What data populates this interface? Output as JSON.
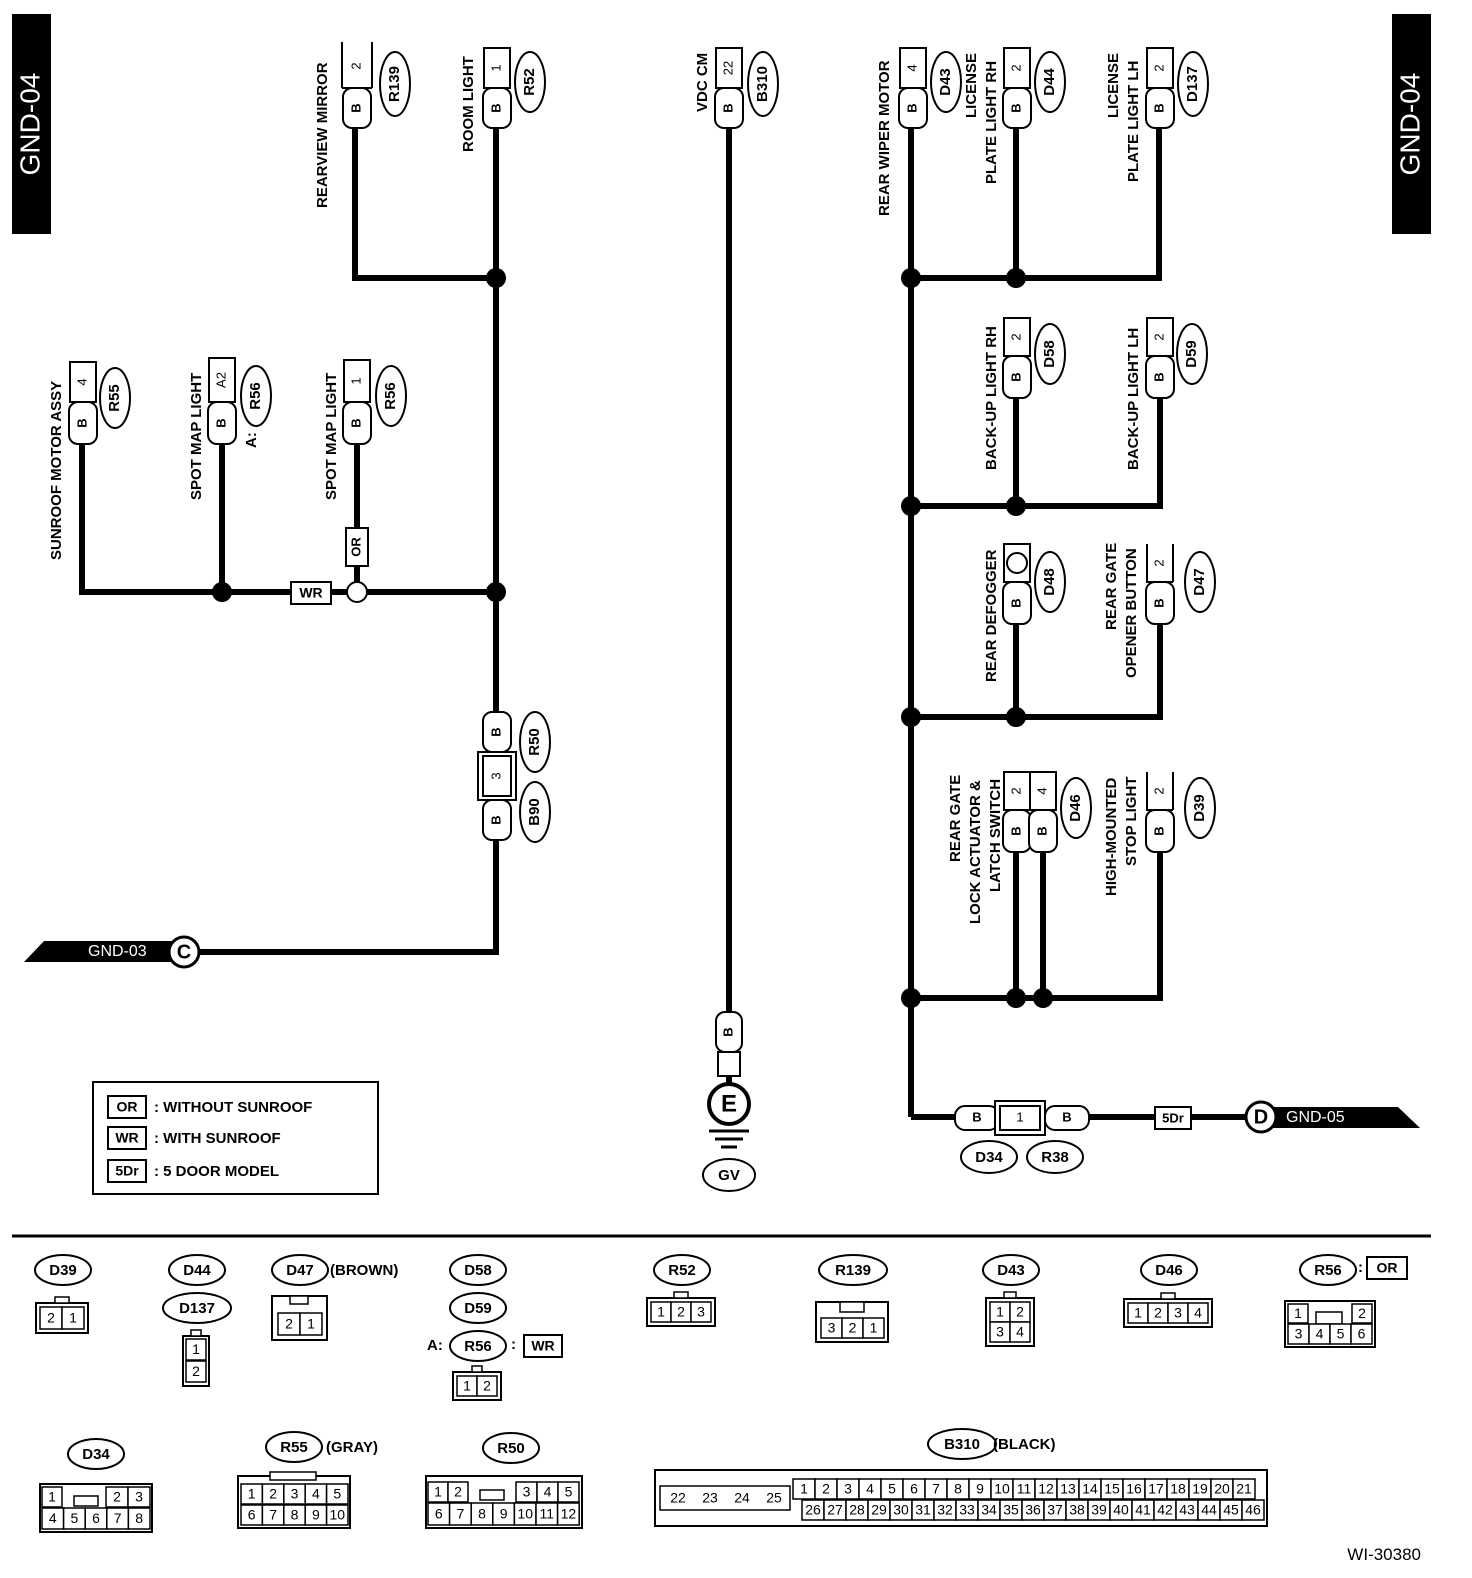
{
  "tabs": {
    "left": "GND-04",
    "right": "GND-04"
  },
  "components": {
    "rearview_mirror": "REARVIEW MIRROR",
    "room_light": "ROOM LIGHT",
    "vdc_cm": "VDC CM",
    "rear_wiper_motor": "REAR WIPER MOTOR",
    "license_rh_1": "LICENSE",
    "license_rh_2": "PLATE LIGHT RH",
    "license_lh_1": "LICENSE",
    "license_lh_2": "PLATE LIGHT LH",
    "sunroof_motor": "SUNROOF MOTOR ASSY",
    "spot_map_light_a": "SPOT MAP LIGHT",
    "spot_map_light": "SPOT MAP LIGHT",
    "backup_rh": "BACK-UP LIGHT RH",
    "backup_lh": "BACK-UP LIGHT LH",
    "rear_defogger": "REAR DEFOGGER",
    "rear_gate_opener_1": "REAR GATE",
    "rear_gate_opener_2": "OPENER BUTTON",
    "rear_gate_lock_1": "REAR GATE",
    "rear_gate_lock_2": "LOCK ACTUATOR &",
    "rear_gate_lock_3": "LATCH SWITCH",
    "hm_stop_1": "HIGH-MOUNTED",
    "hm_stop_2": "STOP LIGHT"
  },
  "connectors": {
    "R139": "R139",
    "R52": "R52",
    "B310": "B310",
    "D43": "D43",
    "D44": "D44",
    "D137": "D137",
    "R55": "R55",
    "R56": "R56",
    "D58": "D58",
    "D59": "D59",
    "D48": "D48",
    "D47": "D47",
    "D46": "D46",
    "D39": "D39",
    "R50": "R50",
    "B90": "B90",
    "D34": "D34",
    "R38": "R38",
    "GV": "GV"
  },
  "pins": {
    "r139": "2",
    "r52": "1",
    "b310": "22",
    "d43": "4",
    "d44": "2",
    "d137": "2",
    "r55": "4",
    "r56a": "A2",
    "r56": "1",
    "d58": "2",
    "d59": "2",
    "d47": "2",
    "d46a": "2",
    "d46b": "4",
    "d39": "2",
    "b90": "3",
    "d34": "1"
  },
  "wire_color": "B",
  "wire_or": "OR",
  "wire_wr": "WR",
  "wire_5dr": "5Dr",
  "prefix_a": "A:",
  "refs": {
    "gnd03": "GND-03",
    "c": "C",
    "gnd05": "GND-05",
    "d": "D",
    "e": "E"
  },
  "legend": [
    {
      "code": "OR",
      "text": ": WITHOUT SUNROOF"
    },
    {
      "code": "WR",
      "text": ": WITH SUNROOF"
    },
    {
      "code": "5Dr",
      "text": ": 5 DOOR MODEL"
    }
  ],
  "connector_views": {
    "d39": {
      "id": "D39",
      "pins": [
        "2",
        "1"
      ]
    },
    "d44": {
      "id": "D44"
    },
    "d137": {
      "id": "D137",
      "pins": [
        "1",
        "2"
      ]
    },
    "d47": {
      "id": "D47",
      "note": "(BROWN)",
      "pins": [
        "2",
        "1"
      ]
    },
    "d58": {
      "id": "D58"
    },
    "d59": {
      "id": "D59"
    },
    "r56a": {
      "prefix": "A:",
      "id": "R56",
      "sep": ":",
      "tag": "WR",
      "pins": [
        "1",
        "2"
      ]
    },
    "r52": {
      "id": "R52",
      "pins": [
        "1",
        "2",
        "3"
      ]
    },
    "r139": {
      "id": "R139",
      "pins": [
        "3",
        "2",
        "1"
      ]
    },
    "d43": {
      "id": "D43",
      "pins": [
        "1",
        "2",
        "3",
        "4"
      ]
    },
    "d46": {
      "id": "D46",
      "pins": [
        "1",
        "2",
        "3",
        "4"
      ]
    },
    "r56": {
      "id": "R56",
      "sep": ":",
      "tag": "OR",
      "pins": [
        "1",
        "2",
        "3",
        "4",
        "5",
        "6"
      ]
    },
    "d34": {
      "id": "D34",
      "pins": [
        "1",
        "2",
        "3",
        "4",
        "5",
        "6",
        "7",
        "8"
      ]
    },
    "r55": {
      "id": "R55",
      "note": "(GRAY)",
      "pins": [
        "1",
        "2",
        "3",
        "4",
        "5",
        "6",
        "7",
        "8",
        "9",
        "10"
      ]
    },
    "r50": {
      "id": "R50",
      "pins": [
        "1",
        "2",
        "3",
        "4",
        "5",
        "6",
        "7",
        "8",
        "9",
        "10",
        "11",
        "12"
      ]
    },
    "b310": {
      "id": "B310",
      "note": "(BLACK)",
      "left": [
        "22",
        "23",
        "24",
        "25"
      ],
      "top": [
        "1",
        "2",
        "3",
        "4",
        "5",
        "6",
        "7",
        "8",
        "9",
        "10",
        "11",
        "12",
        "13",
        "14",
        "15",
        "16",
        "17",
        "18",
        "19",
        "20",
        "21"
      ],
      "bottom": [
        "26",
        "27",
        "28",
        "29",
        "30",
        "31",
        "32",
        "33",
        "34",
        "35",
        "36",
        "37",
        "38",
        "39",
        "40",
        "41",
        "42",
        "43",
        "44",
        "45",
        "46"
      ]
    }
  },
  "figure_code": "WI-30380"
}
